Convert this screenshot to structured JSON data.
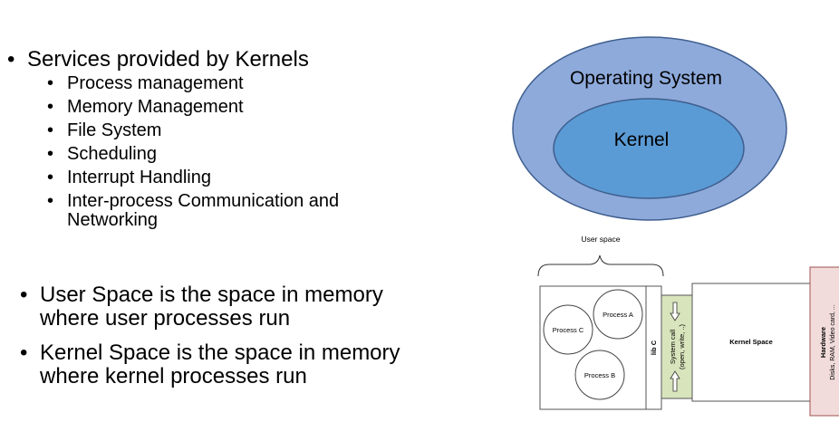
{
  "services": {
    "heading": "Services provided by Kernels",
    "items": [
      "Process management",
      "Memory Management",
      "File System",
      "Scheduling",
      "Interrupt Handling",
      "Inter-process Communication and Networking"
    ]
  },
  "spaces": {
    "items": [
      "User Space is the space in memory where user processes run",
      "Kernel Space is the space in memory where kernel processes run"
    ]
  },
  "os_diagram": {
    "outer_label": "Operating System",
    "inner_label": "Kernel",
    "outer_color": "#8eaadb",
    "inner_color": "#5b9bd5",
    "border_color": "#3f5f8f"
  },
  "arch_diagram": {
    "user_space_label": "User space",
    "processes": [
      "Process A",
      "Process C",
      "Process B"
    ],
    "libc_label": "lib C",
    "syscall_line1": "System call",
    "syscall_line2": "(open, write, ..)",
    "kernel_space_label": "Kernel Space",
    "hardware_title": "Hardware",
    "hardware_detail": "Disks, RAM, Video card, ...",
    "syscall_color": "#d8e4bc",
    "hardware_color": "#f2dcdb"
  }
}
